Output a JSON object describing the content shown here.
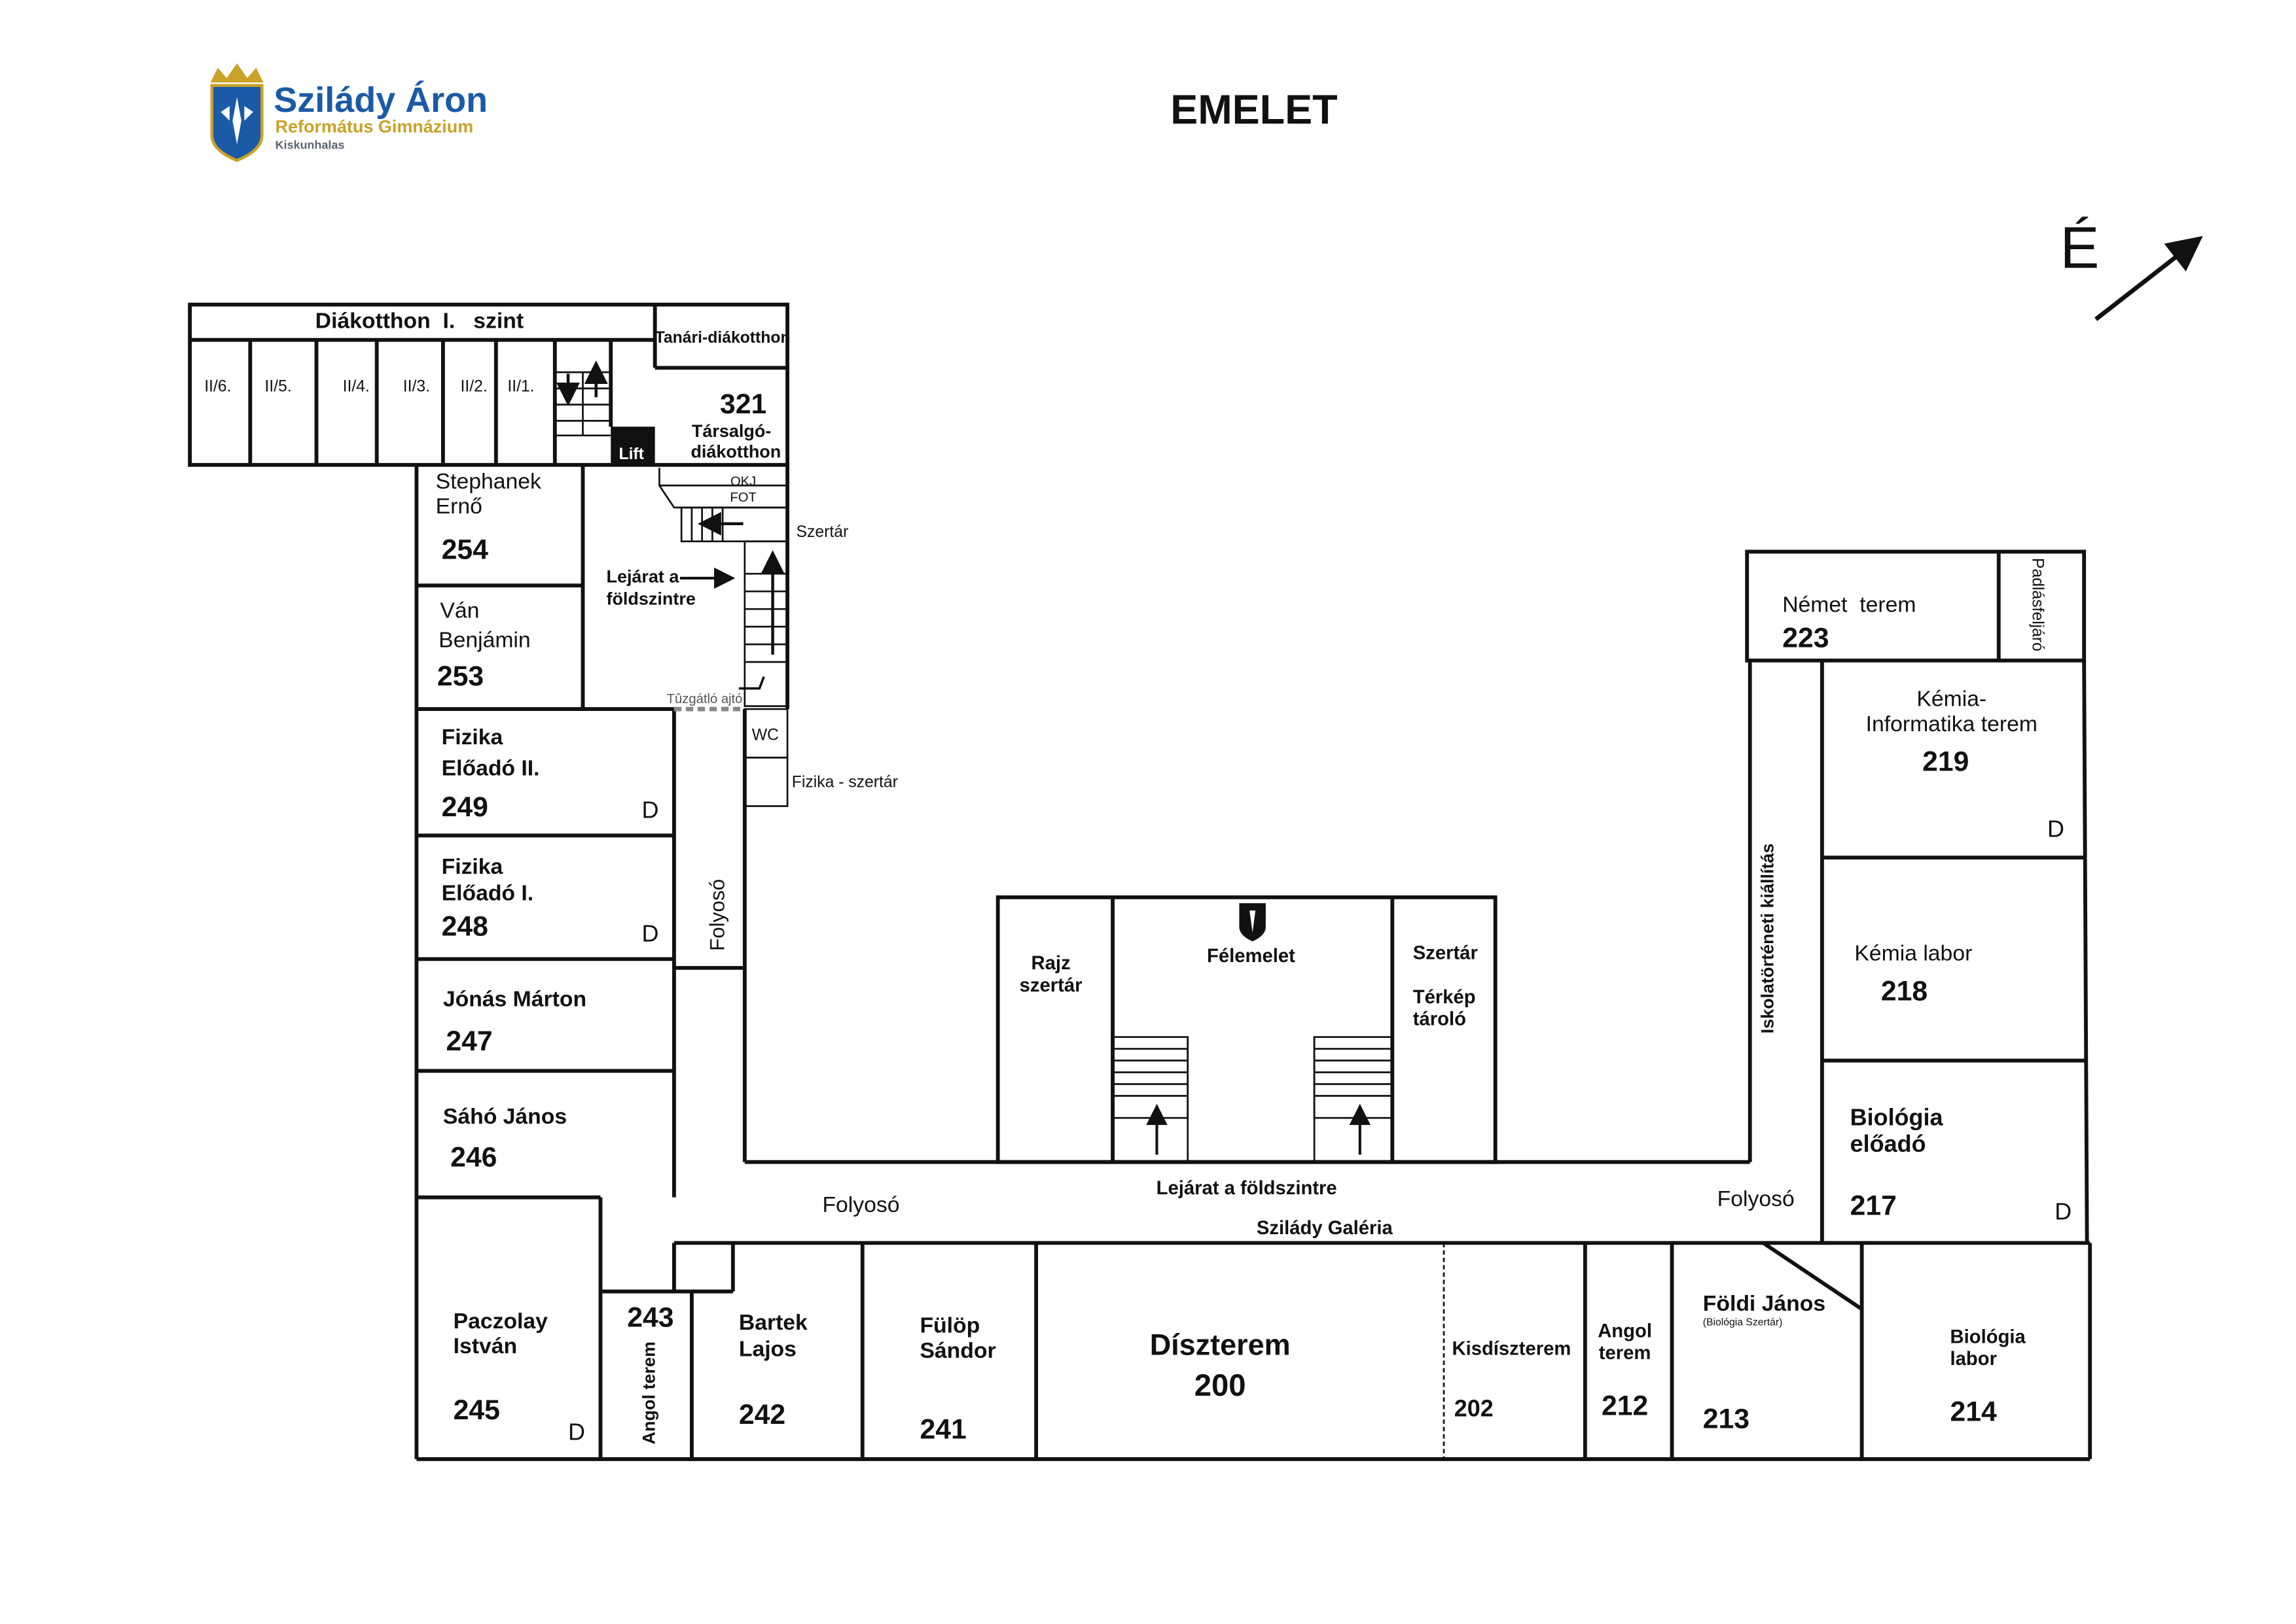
{
  "header": {
    "title": "EMELET",
    "logo": {
      "line1": "Szilády Áron",
      "line2": "Református Gimnázium",
      "line3": "Kiskunhalas"
    },
    "north_label": "É"
  },
  "colors": {
    "logo_blue": "#1a5aa6",
    "logo_gold": "#c9a227",
    "logo_gray": "#5b6470",
    "wall": "#111111"
  },
  "dorm": {
    "title": "Diákotthon  I.   szint",
    "rooms": [
      "II/6.",
      "II/5.",
      "II/4.",
      "II/3.",
      "II/2.",
      "II/1."
    ],
    "lift": "Lift",
    "teacher": "Tanári-diákotthon",
    "lounge_number": "321",
    "lounge_name1": "Társalgó-",
    "lounge_name2": "diákotthon",
    "okj1": "OKJ",
    "okj2": "FOT"
  },
  "rooms": {
    "r254": {
      "name1": "Stephanek",
      "name2": "Ernő",
      "number": "254"
    },
    "r253": {
      "name1": "Ván",
      "name2": "Benjámin",
      "number": "253"
    },
    "r249": {
      "name1": "Fizika",
      "name2": "Előadó II.",
      "number": "249",
      "mark": "D"
    },
    "r248": {
      "name1": "Fizika",
      "name2": "Előadó I.",
      "number": "248",
      "mark": "D"
    },
    "r247": {
      "name1": "Jónás Márton",
      "number": "247"
    },
    "r246": {
      "name1": "Sáhó János",
      "number": "246"
    },
    "r245": {
      "name1": "Paczolay",
      "name2": "István",
      "number": "245",
      "mark": "D"
    },
    "r243": {
      "name1": "Angol terem",
      "number": "243"
    },
    "r242": {
      "name1": "Bartek",
      "name2": "Lajos",
      "number": "242"
    },
    "r241": {
      "name1": "Fülöp",
      "name2": "Sándor",
      "number": "241"
    },
    "r200": {
      "name1": "Díszterem",
      "number": "200"
    },
    "r202": {
      "name1": "Kisdíszterem",
      "number": "202"
    },
    "r212": {
      "name1": "Angol",
      "name2": "terem",
      "number": "212"
    },
    "r213": {
      "name1": "Földi János",
      "sub": "(Biológia Szertár)",
      "number": "213"
    },
    "r214": {
      "name1": "Biológia",
      "name2": "labor",
      "number": "214"
    },
    "r217": {
      "name1": "Biológia",
      "name2": "előadó",
      "number": "217",
      "mark": "D"
    },
    "r218": {
      "name1": "Kémia labor",
      "number": "218"
    },
    "r219": {
      "name1": "Kémia-",
      "name2": "Informatika terem",
      "number": "219",
      "mark": "D"
    },
    "r223": {
      "name1": "Német  terem",
      "number": "223"
    }
  },
  "labels": {
    "szertar_top": "Szertár",
    "lejarat1": "Lejárat a",
    "lejarat2": "földszintre",
    "tuzgatlo": "Tûzgátló ajtó",
    "wc": "WC",
    "fizika_szertar": "Fizika - szertár",
    "folyoso_v": "Folyosó",
    "folyoso_left": "Folyosó",
    "folyoso_right": "Folyosó",
    "rajz1": "Rajz",
    "rajz2": "szertár",
    "felemelet": "Félemelet",
    "szertar_mid": "Szertár",
    "terkep1": "Térkép",
    "terkep2": "tároló",
    "lejarat_main": "Lejárat a földszintre",
    "galeria": "Szilády Galéria",
    "kiallitas": "Iskolatörténeti kiállítás",
    "padlas": "Padlásfeljáró"
  }
}
